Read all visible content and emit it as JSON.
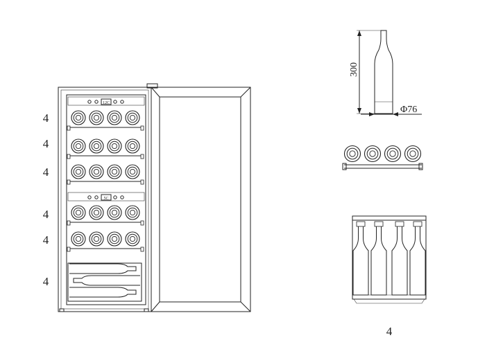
{
  "row_counts": [
    "4",
    "4",
    "4",
    "4",
    "4",
    "4"
  ],
  "bottom_shelf_count": "4",
  "bottle_height_label": "300",
  "bottle_diameter_label": "Φ76",
  "display_top_text": "12C",
  "display_mid_text": "5C"
}
